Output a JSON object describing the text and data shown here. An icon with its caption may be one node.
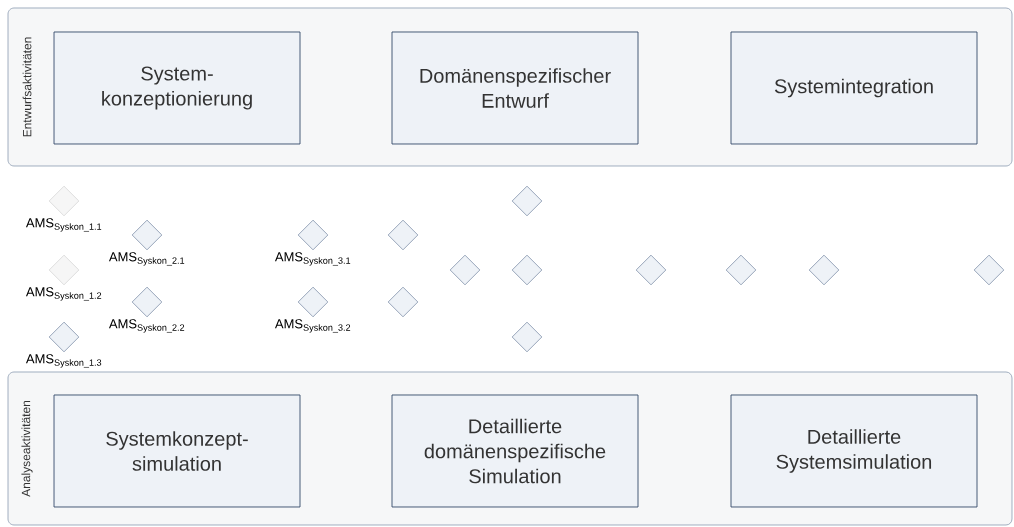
{
  "diagram": {
    "nodes": [
      {
        "text": [
          "Entwurfsaktivitäten"
        ]
      },
      {
        "text": [
          "System- konzeptionierung"
        ],
        "in": 0
      },
      {
        "text": [
          "Domänenspezifischer Entwurf"
        ],
        "in": 0
      },
      {
        "text": [
          "Systemintegration"
        ],
        "in": 0
      },
      {
        "text": [],
        "shape": "diamond",
        "beside": [
          "AMS$_{Syskon_1.1}$"
        ]
      },
      {
        "text": [],
        "shape": "diamond",
        "beside": [
          "AMS$_{Syskon_1.2}$"
        ]
      },
      {
        "text": [],
        "shape": "diamond",
        "beside": [
          "AMS$_{Syskon_1.3}$"
        ]
      },
      {
        "text": [],
        "shape": "diamond",
        "beside": [
          "AMS$_{Syskon_2.1}$"
        ]
      },
      {
        "text": [],
        "shape": "diamond",
        "beside": [
          "AMS$_{Syskon_2.2}$"
        ]
      },
      {
        "text": [],
        "shape": "diamond",
        "beside": [
          "AMS$_{Syskon_3.1}$"
        ]
      },
      {
        "text": [],
        "shape": "diamond",
        "beside": [
          "AMS$_{Syskon_3.2}$"
        ]
      },
      {
        "text": [],
        "shape": "diamond"
      },
      {
        "text": [],
        "shape": "diamond"
      },
      {
        "text": [],
        "shape": "diamond"
      },
      {
        "text": [],
        "shape": "diamond"
      },
      {
        "text": [],
        "shape": "diamond"
      },
      {
        "text": [],
        "shape": "diamond"
      },
      {
        "text": [],
        "shape": "diamond"
      },
      {
        "text": [],
        "shape": "diamond"
      },
      {
        "text": [],
        "shape": "diamond"
      },
      {
        "text": [],
        "shape": "diamond"
      },
      {
        "text": [
          "Analyseaktivitäten"
        ]
      },
      {
        "text": [
          "Systemkonzept- simulation"
        ],
        "in": 21
      },
      {
        "text": [
          "Detaillierte domänenspezifische Simulation"
        ],
        "in": 21
      },
      {
        "text": [
          "Detaillierte Systemsimulation"
        ],
        "in": 21
      }
    ]
  }
}
